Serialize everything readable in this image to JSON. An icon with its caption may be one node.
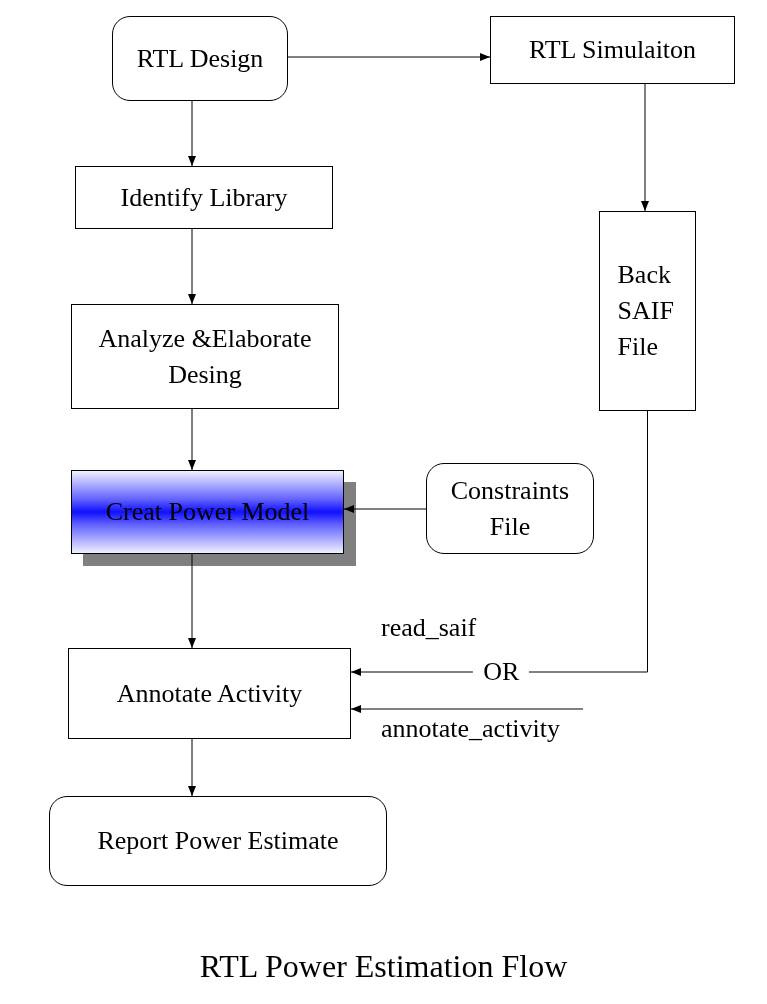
{
  "diagram": {
    "caption": "RTL Power Estimation Flow",
    "nodes": [
      {
        "text": [
          "RTL Design"
        ]
      },
      {
        "text": [
          "RTL Simulaiton"
        ]
      },
      {
        "text": [
          "Identify Library"
        ]
      },
      {
        "text": [
          "Analyze &Elaborate Desing"
        ]
      },
      {
        "text": [
          "Back SAIF File"
        ]
      },
      {
        "text": [
          "Creat Power Model"
        ]
      },
      {
        "text": [
          "Constraints File"
        ]
      },
      {
        "text": [
          "Annotate Activity"
        ]
      },
      {
        "text": [
          "Report Power Estimate"
        ]
      }
    ],
    "edges": [
      {
        "from": 0,
        "to": 1,
        "arrow": "to"
      },
      {
        "from": 0,
        "to": 2,
        "arrow": "to"
      },
      {
        "from": 1,
        "to": 4,
        "arrow": "to"
      },
      {
        "from": 2,
        "to": 3,
        "arrow": "to"
      },
      {
        "from": 3,
        "to": 5,
        "arrow": "to"
      },
      {
        "from": 6,
        "to": 5,
        "arrow": "to"
      },
      {
        "from": 5,
        "to": 7,
        "arrow": "to"
      },
      {
        "from": 4,
        "to": 7,
        "arrow": "to",
        "label": "OR"
      },
      {
        "from": null,
        "to": 7,
        "arrow": "to"
      },
      {
        "from": 7,
        "to": 8,
        "arrow": "to"
      }
    ],
    "labels": [
      "read_saif",
      "annotate_activity"
    ]
  }
}
